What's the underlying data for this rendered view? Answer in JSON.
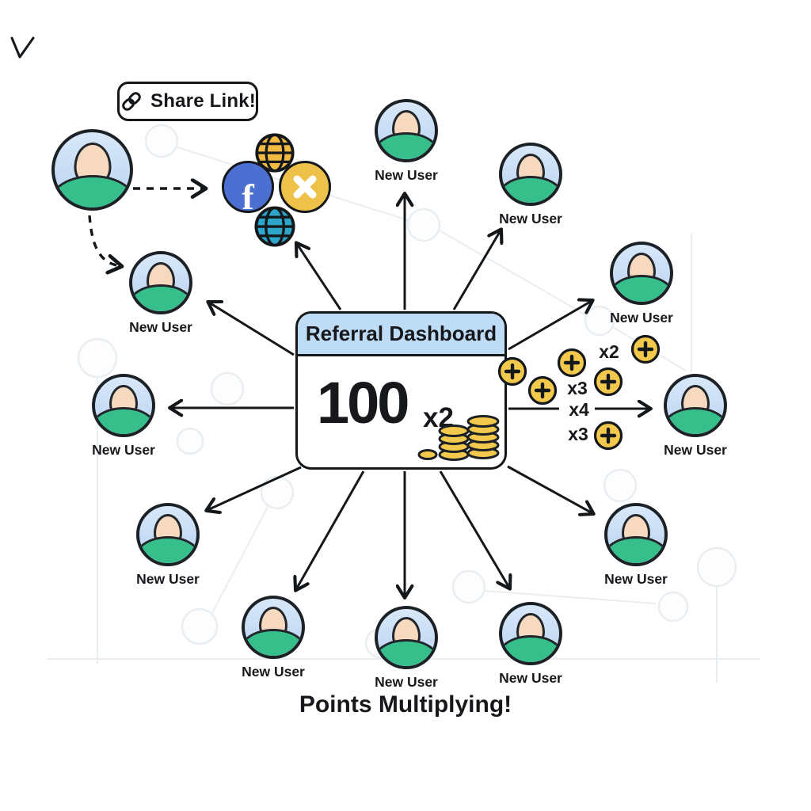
{
  "speech_bubble": {
    "label": "Share Link!"
  },
  "card": {
    "title": "Referral Dashboard",
    "points": "100",
    "multiplier": "x2"
  },
  "social": {
    "facebook_letter": "f"
  },
  "boosts": {
    "b1": "x2",
    "b2": "x3",
    "b3": "x4",
    "b4": "x3"
  },
  "users": [
    {
      "label": "New User"
    },
    {
      "label": "New User"
    },
    {
      "label": "New User"
    },
    {
      "label": "New User"
    },
    {
      "label": "New User"
    },
    {
      "label": "New User"
    },
    {
      "label": "New User"
    },
    {
      "label": "New User"
    },
    {
      "label": "New User"
    },
    {
      "label": "New User"
    },
    {
      "label": "New User"
    }
  ],
  "caption": "Points Multiplying!",
  "colors": {
    "card_header_blue": "#bfdcf7",
    "avatar_blue": "#c9ddf5",
    "shirt_green": "#37bf8b",
    "skin": "#f6d9bf",
    "coin_gold": "#f2c94c",
    "facebook_blue": "#4c70d2",
    "x_gold": "#eec24a",
    "globe_yellow": "#f0ba43",
    "globe_teal": "#2ea6c9",
    "outline_black": "#15181b"
  }
}
